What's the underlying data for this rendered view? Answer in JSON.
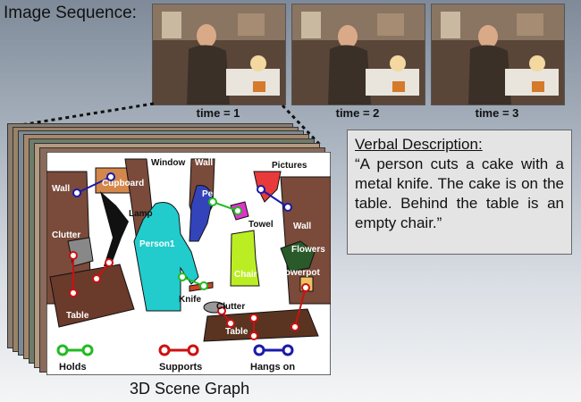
{
  "sequence": {
    "title": "Image Sequence:",
    "frames": [
      {
        "label": "time = 1"
      },
      {
        "label": "time = 2"
      },
      {
        "label": "time = 3"
      }
    ]
  },
  "description": {
    "title": "Verbal Description:",
    "text": "“A person cuts a cake with a metal knife. The cake is on the table. Behind the table is an empty chair.”"
  },
  "scene_graph": {
    "caption": "3D Scene Graph",
    "labels": {
      "wall_left": "Wall",
      "cupboard": "Cupboard",
      "window": "Window",
      "wall_top": "Wall",
      "pictures": "Pictures",
      "person2": "Person2",
      "lamp": "Lamp",
      "towel": "Towel",
      "wall_right": "Wall",
      "clutter_left": "Clutter",
      "person1": "Person1",
      "flowers": "Flowers",
      "chair": "Chair",
      "flowerpot": "Flowerpot",
      "knife": "Knife",
      "clutter_mid": "Clutter",
      "table_left": "Table",
      "table_right": "Table"
    },
    "legend": {
      "holds": "Holds",
      "supports": "Supports",
      "hangs_on": "Hangs on"
    },
    "colors": {
      "holds": "#22bb22",
      "supports": "#cc1111",
      "hangs_on": "#1a1aaa",
      "furniture": "#7a4a3a",
      "person": "#22cccc",
      "person2": "#3344bb",
      "chair": "#bbee22"
    }
  }
}
